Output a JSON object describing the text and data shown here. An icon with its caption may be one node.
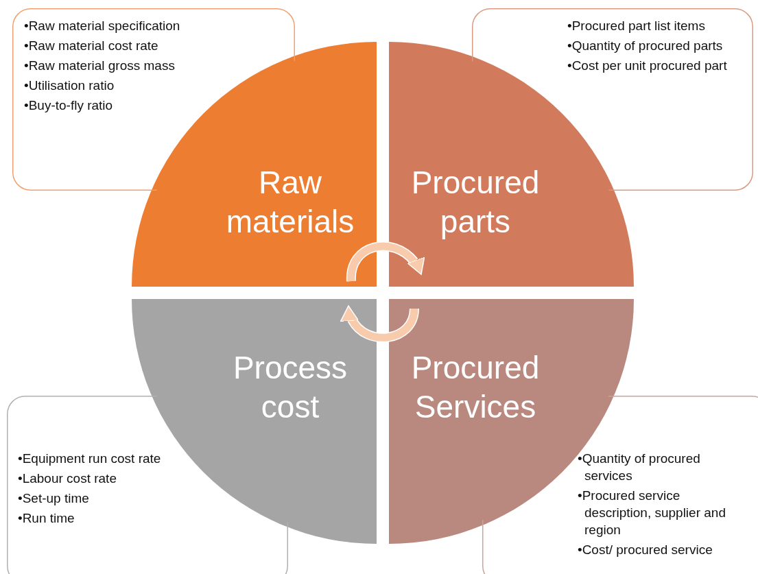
{
  "diagram": {
    "nodes": [
      {
        "text": [
          "•Raw material specification",
          "•Raw material cost rate",
          "•Raw material gross mass",
          "•Utilisation ratio",
          "•Buy-to-fly ratio"
        ]
      },
      {
        "text": [
          "•Procured part list items",
          "•Quantity of procured parts",
          "•Cost per unit procured part"
        ]
      },
      {
        "text": [
          "Raw materials"
        ]
      },
      {
        "text": [
          "Procured parts"
        ]
      },
      {
        "text": [
          "Process cost"
        ]
      },
      {
        "text": [
          "Procured Services"
        ]
      },
      {
        "text": [
          "•Equipment run cost rate",
          "•Labour cost rate",
          "•Set-up time",
          "•Run time"
        ]
      },
      {
        "text": [
          "•Quantity of procured services",
          "•Procured service description, supplier and region",
          "•Cost/ procured service"
        ]
      }
    ],
    "edges": [
      {
        "from": 2,
        "to": 3,
        "arrow": "to"
      },
      {
        "from": 5,
        "to": 4,
        "arrow": "to"
      }
    ]
  }
}
